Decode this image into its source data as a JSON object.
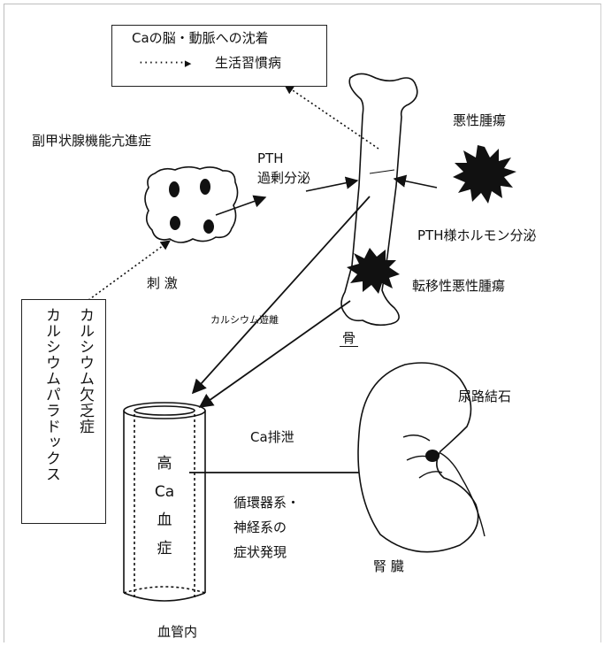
{
  "top_box": {
    "line1": "Caの脳・動脈への沈着",
    "arrow_text": "生活習慣病"
  },
  "parathyroid": {
    "title": "副甲状腺機能亢進症",
    "stimulus": "刺 激"
  },
  "pth": {
    "line1": "PTH",
    "line2": "過剰分泌"
  },
  "tumor": {
    "title": "悪性腫瘍",
    "hormone": "PTH様ホルモン分泌"
  },
  "metastasis": {
    "title": "転移性悪性腫瘍"
  },
  "bone": {
    "label": "骨",
    "release": "カルシウム遊離"
  },
  "deficiency_box": {
    "col1": "カルシウム欠乏症",
    "col2": "カルシウムパラドックス"
  },
  "kidney": {
    "stone": "尿路結石",
    "label": "腎 臓",
    "excretion": "Ca排泄"
  },
  "symptoms": {
    "line1": "循環器系・",
    "line2": "神経系の",
    "line3": "症状発現"
  },
  "vessel": {
    "c1": "高",
    "c2": "Ca",
    "c3": "血",
    "c4": "症",
    "label": "血管内"
  }
}
